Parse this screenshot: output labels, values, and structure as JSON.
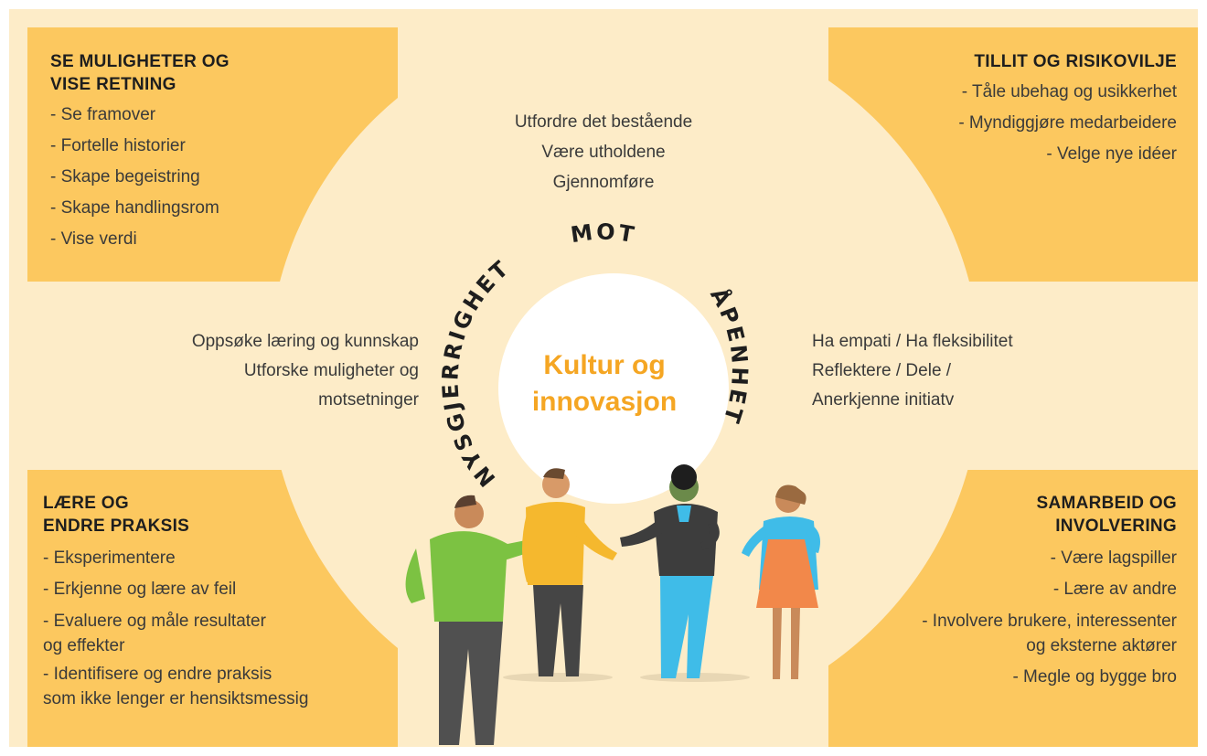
{
  "corners": {
    "top_left": {
      "heading": "SE MULIGHETER OG\nVISE RETNING",
      "items": [
        "- Se framover",
        "- Fortelle historier",
        "- Skape begeistring",
        "- Skape handlingsrom",
        "- Vise verdi"
      ]
    },
    "top_right": {
      "heading": "TILLIT OG RISIKOVILJE",
      "items": [
        "- Tåle ubehag og usikkerhet",
        "- Myndiggjøre medarbeidere",
        "- Velge nye idéer"
      ]
    },
    "bottom_left": {
      "heading": "LÆRE OG\nENDRE PRAKSIS",
      "items": [
        "- Eksperimentere",
        "- Erkjenne og lære av feil",
        "- Evaluere og måle resultater\n  og effekter",
        "- Identifisere og endre praksis\n  som ikke lenger er hensiktsmessig"
      ]
    },
    "bottom_right": {
      "heading": "SAMARBEID OG\nINVOLVERING",
      "items": [
        "- Være lagspiller",
        "- Lære av andre",
        "- Involvere brukere, interessenter\nog eksterne aktører",
        "- Megle og bygge bro"
      ]
    }
  },
  "center": {
    "title_line1": "Kultur og",
    "title_line2": "innovasjon"
  },
  "arc_labels": {
    "top": "MOT",
    "left": "NYSGJERRIGHET",
    "right": "ÅPENHET"
  },
  "mid_texts": {
    "top": [
      "Utfordre det bestående",
      "Være utholdene",
      "Gjennomføre"
    ],
    "left": [
      "Oppsøke læring og kunnskap",
      "Utforske muligheter og",
      "motsetninger"
    ],
    "right": [
      "Ha empati / Ha fleksibilitet",
      "Reflektere / Dele /",
      "Anerkjenne initiatv"
    ]
  },
  "colors": {
    "background": "#fdecc8",
    "corner_fill": "#fcc85f",
    "center_circle": "#ffffff",
    "center_title": "#f5a623",
    "text": "#3a3a3a"
  }
}
